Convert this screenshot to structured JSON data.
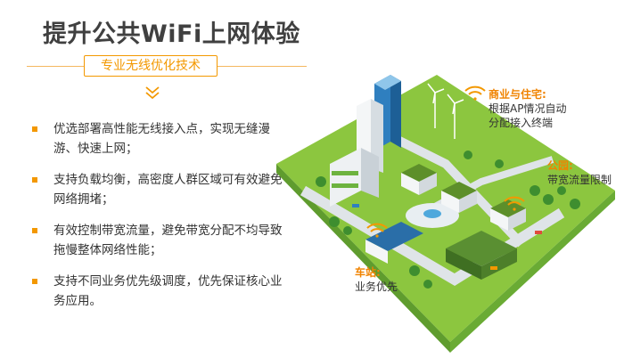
{
  "title": "提升公共WiFi上网体验",
  "subtitle": "专业无线优化技术",
  "bullets": [
    "优选部署高性能无线接入点，实现无缝漫游、快速上网；",
    "支持负载均衡，高密度人群区域可有效避免网络拥堵；",
    "有效控制带宽流量，避免带宽分配不均导致拖慢整体网络性能；",
    "支持不同业务优先级调度，优先保证核心业务应用。"
  ],
  "callouts": {
    "commercial": {
      "heading": "商业与住宅:",
      "line1": "根据AP情况自动",
      "line2": "分配接入终端"
    },
    "park": {
      "heading": "公园:",
      "line1": "带宽流量限制"
    },
    "station": {
      "heading": "车站:",
      "line1": "业务优先"
    }
  },
  "colors": {
    "accent": "#f39800",
    "title": "#404040",
    "ground": "#7fc242",
    "road": "#cfd6dc"
  }
}
